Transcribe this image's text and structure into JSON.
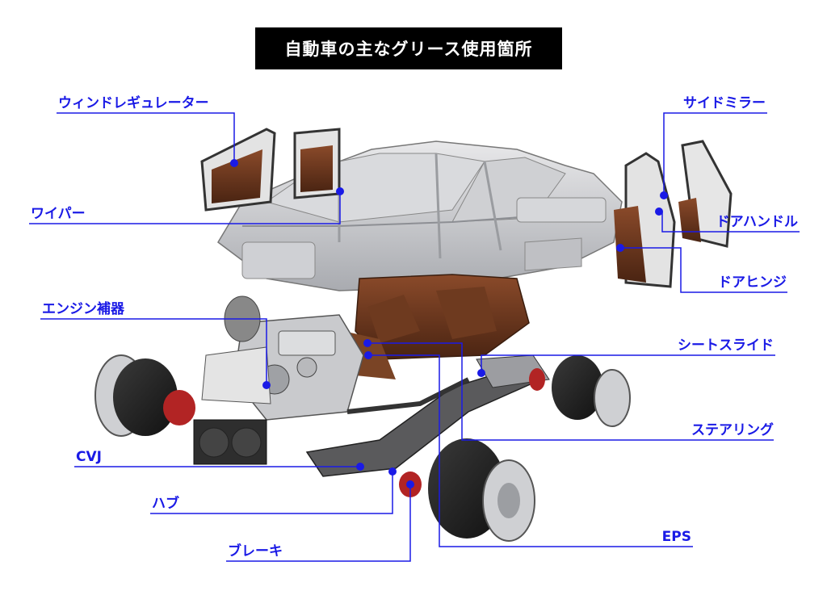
{
  "title": "自動車の主なグリース使用箇所",
  "colors": {
    "accent": "#1a1ae6",
    "title_bg": "#000000",
    "title_fg": "#ffffff"
  },
  "labels": {
    "window_regulator": "ウィンドレギュレーター",
    "wiper": "ワイパー",
    "engine_aux": "エンジン補器",
    "cvj": "CVJ",
    "hub": "ハブ",
    "brake": "ブレーキ",
    "side_mirror": "サイドミラー",
    "door_handle": "ドアハンドル",
    "door_hinge": "ドアヒンジ",
    "seat_slide": "シートスライド",
    "steering": "ステアリング",
    "eps": "EPS"
  }
}
